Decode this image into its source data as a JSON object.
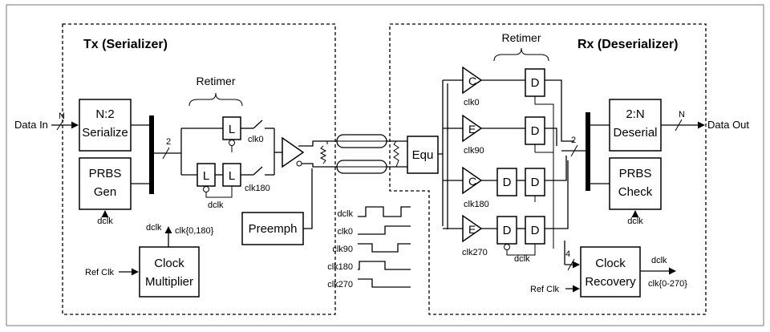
{
  "tx": {
    "title": "Tx (Serializer)",
    "data_in": "Data In",
    "n_label": "N",
    "serialize": [
      "N:2",
      "Serialize"
    ],
    "prbs_gen": [
      "PRBS",
      "Gen"
    ],
    "dclk": "dclk",
    "bus_width": "2",
    "retimer": "Retimer",
    "latch": "L",
    "clk0": "clk0",
    "clk180": "clk180",
    "latch_dclk": "dclk",
    "clock_mult_out_dclk": "dclk",
    "clock_mult_out_clk": "clk{0,180}",
    "ref_clk": "Ref Clk",
    "clock_multiplier": [
      "Clock",
      "Multiplier"
    ],
    "preemph": "Preemph"
  },
  "waveforms": [
    "dclk",
    "clk0",
    "clk90",
    "clk180",
    "clk270"
  ],
  "rx": {
    "title": "Rx (Deserializer)",
    "equ": "Equ",
    "retimer": "Retimer",
    "comparators": [
      {
        "letter": "C",
        "clk": "clk0"
      },
      {
        "letter": "E",
        "clk": "clk90"
      },
      {
        "letter": "C",
        "clk": "clk180"
      },
      {
        "letter": "E",
        "clk": "clk270"
      }
    ],
    "flop": "D",
    "flop_dclk": "dclk",
    "bus_width": "2",
    "deserial": [
      "2:N",
      "Deserial"
    ],
    "n_label": "N",
    "data_out": "Data Out",
    "prbs_check": [
      "PRBS",
      "Check"
    ],
    "dclk": "dclk",
    "cr_width": "4",
    "clock_recovery": [
      "Clock",
      "Recovery"
    ],
    "ref_clk": "Ref Clk",
    "cr_out_dclk": "dclk",
    "cr_out_clk": "clk{0-270}"
  }
}
